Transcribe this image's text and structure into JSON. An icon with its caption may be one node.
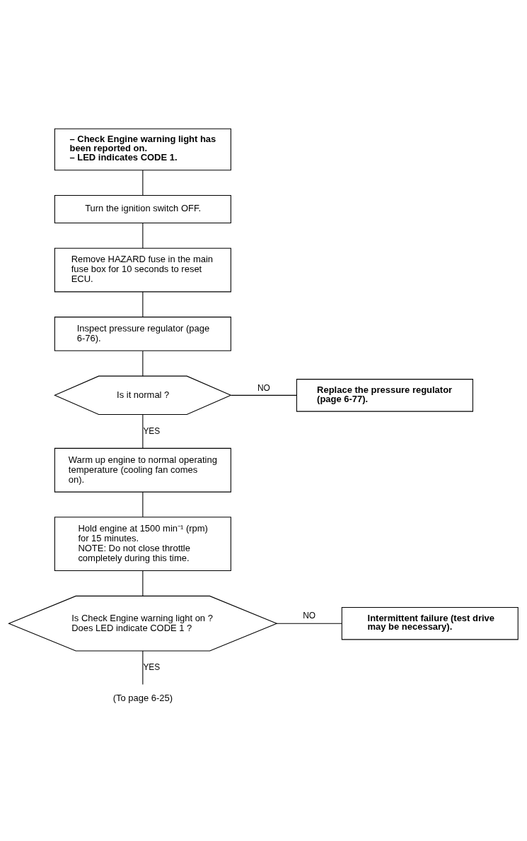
{
  "diagram": {
    "nodes": [
      {
        "text": [
          "– Check Engine warning light has been reported on.",
          "– LED indicates CODE 1."
        ]
      },
      {
        "text": [
          "Turn the ignition switch OFF."
        ]
      },
      {
        "text": [
          "Remove HAZARD fuse in the main fuse box for 10 seconds to reset ECU."
        ]
      },
      {
        "text": [
          "Inspect pressure regulator (page 6-76)."
        ]
      },
      {
        "text": [
          "Is it normal ?"
        ]
      },
      {
        "text": [
          "Replace the pressure regulator (page 6-77)."
        ]
      },
      {
        "text": [
          "Warm up engine to normal operating temperature (cooling fan comes on)."
        ]
      },
      {
        "text": [
          "Hold engine at 1500 min⁻¹ (rpm) for 15 minutes.",
          "NOTE: Do not close throttle completely during this time."
        ]
      },
      {
        "text": [
          "Is Check Engine warning light on ?",
          "Does LED indicate CODE 1 ?"
        ]
      },
      {
        "text": [
          "Intermittent failure (test drive may be necessary)."
        ]
      },
      {
        "text": [
          "(To page 6-25)"
        ]
      }
    ],
    "edges": [
      {
        "from": 0,
        "to": 1,
        "arrow": "none"
      },
      {
        "from": 1,
        "to": 2,
        "arrow": "none"
      },
      {
        "from": 2,
        "to": 3,
        "arrow": "none"
      },
      {
        "from": 3,
        "to": 4,
        "arrow": "none"
      },
      {
        "from": 4,
        "to": 5,
        "arrow": "none",
        "label": "NO"
      },
      {
        "from": 4,
        "to": 6,
        "arrow": "none",
        "label": "YES"
      },
      {
        "from": 6,
        "to": 7,
        "arrow": "none"
      },
      {
        "from": 7,
        "to": 8,
        "arrow": "none"
      },
      {
        "from": 8,
        "to": 9,
        "arrow": "none",
        "label": "NO"
      },
      {
        "from": 8,
        "to": 10,
        "arrow": "none",
        "label": "YES"
      }
    ]
  }
}
